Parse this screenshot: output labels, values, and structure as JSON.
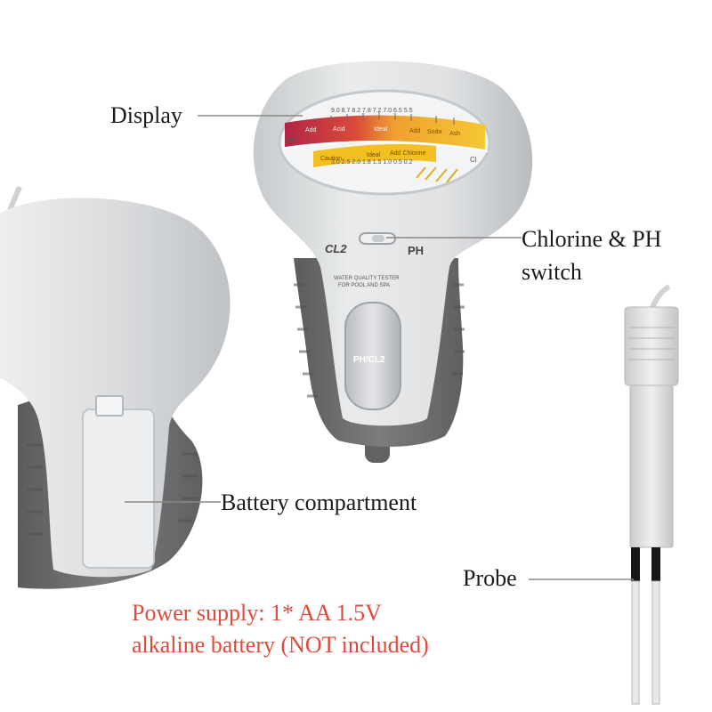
{
  "labels": {
    "display": "Display",
    "switch_line1": "Chlorine & PH",
    "switch_line2": "switch",
    "battery": "Battery compartment",
    "probe": "Probe"
  },
  "power_note": {
    "line1": "Power supply: 1* AA 1.5V",
    "line2": "alkaline battery (NOT included)"
  },
  "device": {
    "mode_left": "CL2",
    "mode_right": "PH",
    "front_text_line1": "WATER QUALITY TESTER",
    "front_text_line2": "FOR POOL AND SPA",
    "window_label": "PH/CL2",
    "scale_ph_values": "9.0  8.7 8.2 7.8  7.2 7.0   6.5  5.5",
    "scale_cl_values": "3.0  2.5  2.0  1.8  1.5 1.0  0.5 0.2",
    "scale_ph_row": [
      "Add",
      "Acid",
      "Ideal",
      "Add",
      "Soda",
      "Ash"
    ],
    "scale_cl_row": [
      "Caution",
      "Ideal",
      "Add Chlorine"
    ],
    "scale_ph_tag": "PH",
    "scale_cl_tag": "Cl"
  },
  "colors": {
    "body_light": "#d6d8da",
    "body_grey": "#6e7072",
    "note_red": "#e04a3a",
    "scale_ph_left": "#c0304a",
    "scale_ph_right": "#f0c030",
    "scale_cl": "#f2c020"
  }
}
